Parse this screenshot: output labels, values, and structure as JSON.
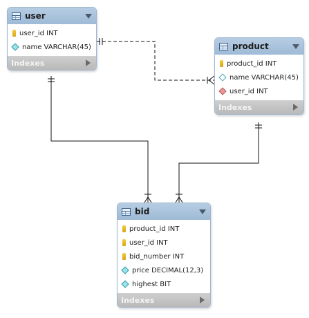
{
  "entities": {
    "user": {
      "title": "user",
      "columns": [
        {
          "label": "user_id INT",
          "icon": "primary-key-icon"
        },
        {
          "label": "name VARCHAR(45)",
          "icon": "column-icon"
        }
      ],
      "footer": "Indexes"
    },
    "product": {
      "title": "product",
      "columns": [
        {
          "label": "product_id INT",
          "icon": "primary-key-icon"
        },
        {
          "label": "name VARCHAR(45)",
          "icon": "nullable-column-icon"
        },
        {
          "label": "user_id INT",
          "icon": "foreign-key-icon"
        }
      ],
      "footer": "Indexes"
    },
    "bid": {
      "title": "bid",
      "columns": [
        {
          "label": "product_id INT",
          "icon": "primary-key-icon"
        },
        {
          "label": "user_id INT",
          "icon": "primary-key-icon"
        },
        {
          "label": "bid_number INT",
          "icon": "primary-key-icon"
        },
        {
          "label": "price DECIMAL(12,3)",
          "icon": "column-icon"
        },
        {
          "label": "highest BIT",
          "icon": "column-icon"
        }
      ],
      "footer": "Indexes"
    }
  },
  "relationships": [
    {
      "from": "user",
      "to": "product",
      "style": "dashed",
      "cardinality": "one-to-many"
    },
    {
      "from": "user",
      "to": "bid",
      "style": "solid",
      "cardinality": "one-to-many"
    },
    {
      "from": "product",
      "to": "bid",
      "style": "solid",
      "cardinality": "one-to-many"
    }
  ],
  "colors": {
    "header": "#a9c4de",
    "border": "#9eb8d2",
    "footer": "#c4c4c4",
    "key": "#e6b92a",
    "column": "#4aa9b5",
    "foreign_key": "#c86b6b",
    "line": "#111111"
  }
}
